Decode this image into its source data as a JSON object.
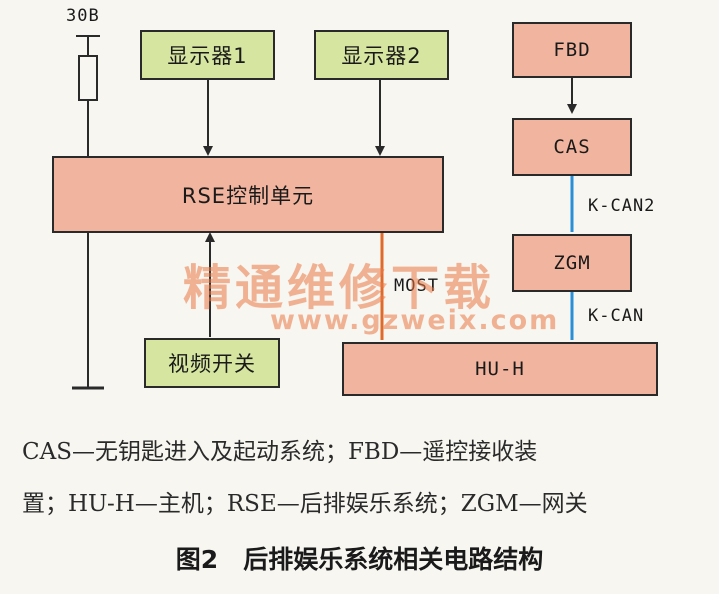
{
  "nodes": {
    "battery": "30B",
    "display1": "显示器1",
    "display2": "显示器2",
    "rse": "RSE控制单元",
    "video_switch": "视频开关",
    "fbd": "FBD",
    "cas": "CAS",
    "zgm": "ZGM",
    "huh": "HU-H"
  },
  "bus_labels": {
    "most": "MOST",
    "kcan2": "K-CAN2",
    "kcan": "K-CAN"
  },
  "watermark": {
    "text": "精通维修下载",
    "url": "www.gzweix.com"
  },
  "legend": {
    "line1": "CAS—无钥匙进入及起动系统；FBD—遥控接收装",
    "line2": "置；HU-H—主机；RSE—后排娱乐系统；ZGM—网关"
  },
  "caption": "图2　后排娱乐系统相关电路结构",
  "colors": {
    "display_box": "#d6e6a0",
    "control_box": "#f1b49e",
    "most_line": "#e06a2a",
    "kcan_line": "#2a8fd8"
  }
}
